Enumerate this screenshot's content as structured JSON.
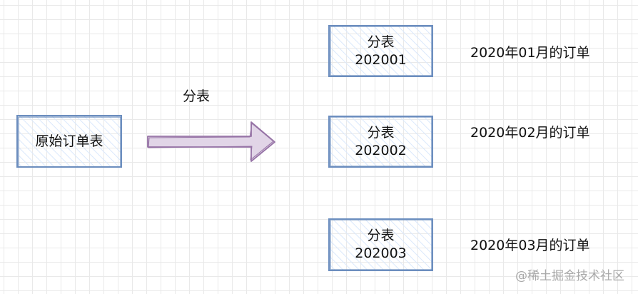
{
  "source_box": {
    "label": "原始订单表"
  },
  "arrow": {
    "label": "分表"
  },
  "partitions": [
    {
      "title": "分表",
      "code": "202001",
      "note": "2020年01月的订单"
    },
    {
      "title": "分表",
      "code": "202002",
      "note": "2020年02月的订单"
    },
    {
      "title": "分表",
      "code": "202003",
      "note": "2020年03月的订单"
    }
  ],
  "watermark": {
    "text": "@稀土掘金技术社区"
  },
  "colors": {
    "box_stroke": "#6c8ebf",
    "box_hatch": "#dae8fc",
    "arrow_stroke": "#9673a6",
    "arrow_fill": "#e1d5e7",
    "grid": "#e9e9e9"
  }
}
